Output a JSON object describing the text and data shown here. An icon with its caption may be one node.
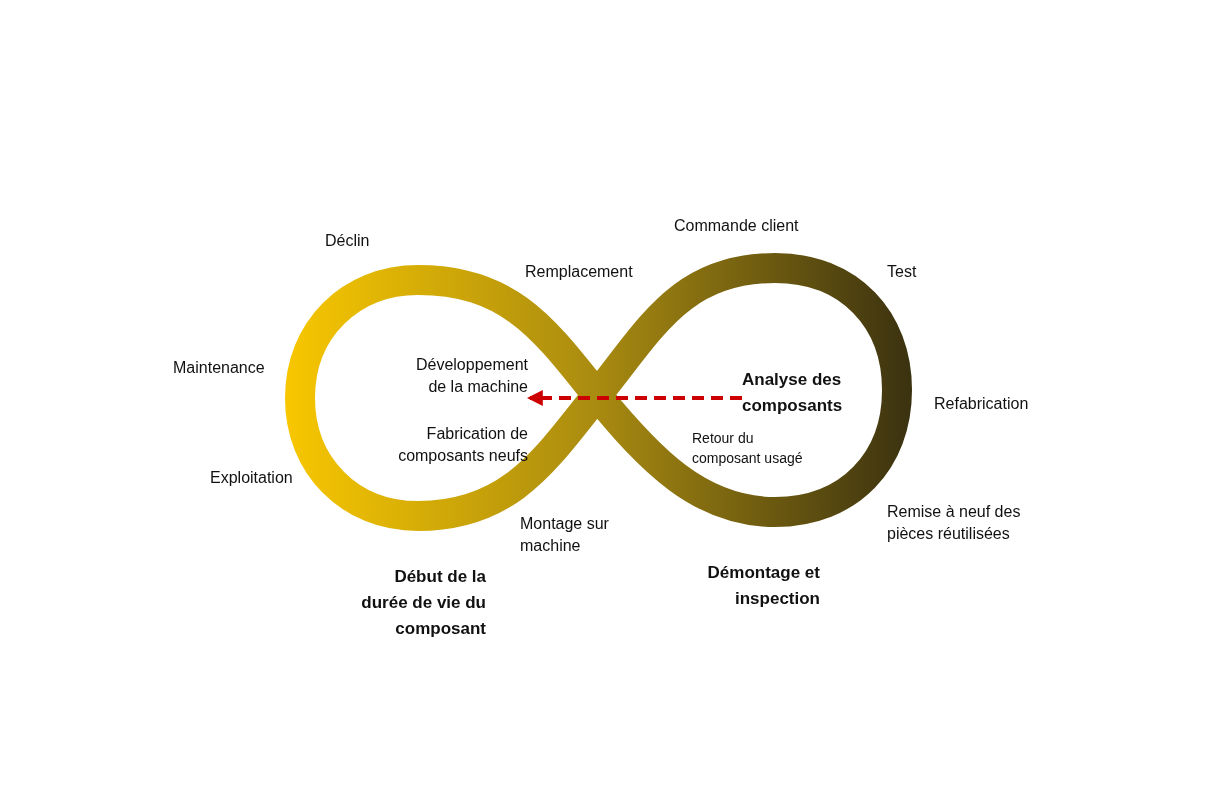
{
  "diagram": {
    "nodes": [
      {
        "text": [
          "Analyse des composants"
        ]
      },
      {
        "text": [
          "Développement de la machine"
        ]
      }
    ],
    "edges": [
      {
        "from": 0,
        "to": 1,
        "arrow": "to",
        "style": "dashed",
        "color": "#cc0000"
      }
    ],
    "labels": [
      "Commande client",
      "Déclin",
      "Remplacement",
      "Test",
      "Maintenance",
      "Refabrication",
      "Fabrication de composants neufs",
      "Retour du composant usagé",
      "Exploitation",
      "Montage sur machine",
      "Remise à neuf des pièces réutilisées",
      "Démontage et inspection",
      "Début de la durée de vie du composant"
    ]
  }
}
